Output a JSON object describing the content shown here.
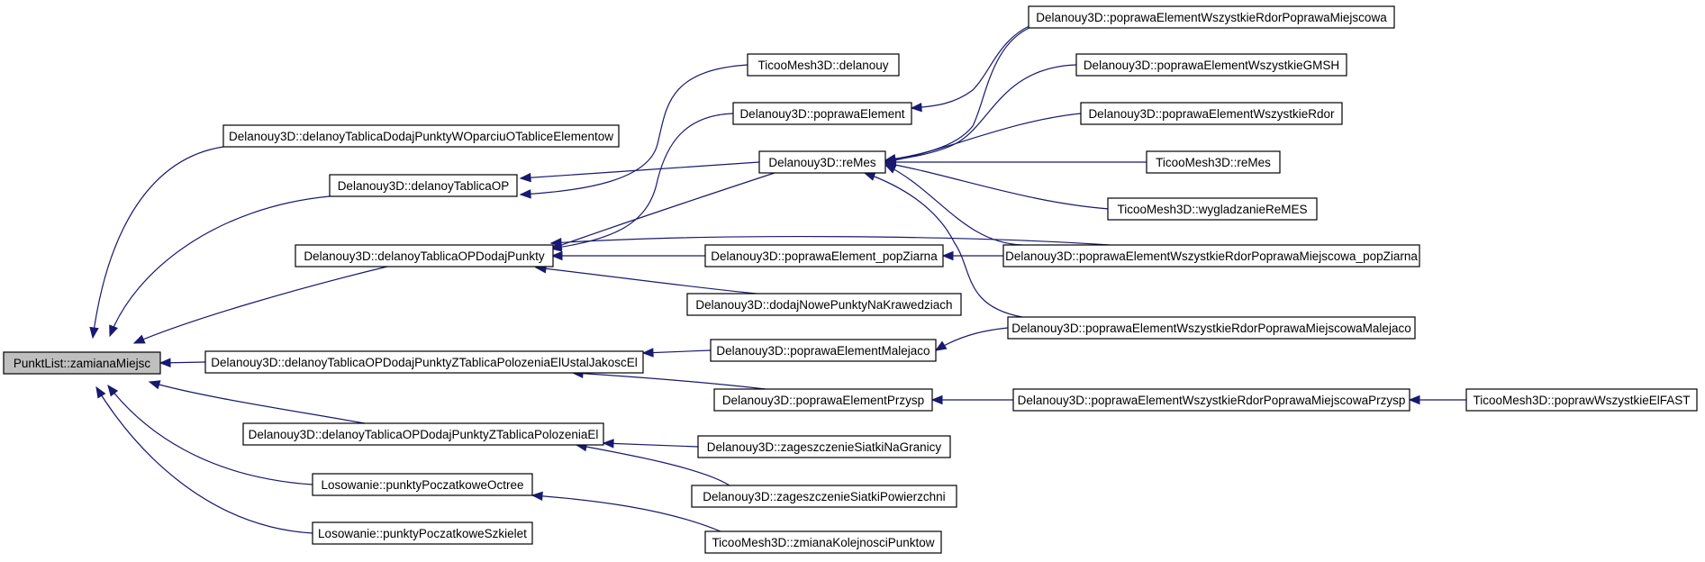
{
  "colors": {
    "edge": "#191970",
    "root_fill": "#bfbfbf",
    "node_fill": "#ffffff",
    "node_border": "#000000"
  },
  "nodes": [
    {
      "id": "n0",
      "label": "PunktList::zamianaMiejsc",
      "root": true
    },
    {
      "id": "n1",
      "label": "Delanouy3D::delanoyTablicaDodajPunktyWOparciuOTabliceElementow"
    },
    {
      "id": "n2",
      "label": "Delanouy3D::delanoyTablicaOP"
    },
    {
      "id": "n3",
      "label": "Delanouy3D::delanoyTablicaOPDodajPunkty"
    },
    {
      "id": "n4",
      "label": "Delanouy3D::delanoyTablicaOPDodajPunktyZTablicaPolozeniaElUstalJakoscEl"
    },
    {
      "id": "n5",
      "label": "Delanouy3D::delanoyTablicaOPDodajPunktyZTablicaPolozeniaEl"
    },
    {
      "id": "n6",
      "label": "Losowanie::punktyPoczatkoweOctree"
    },
    {
      "id": "n7",
      "label": "Losowanie::punktyPoczatkoweSzkielet"
    },
    {
      "id": "n8",
      "label": "TicooMesh3D::delanouy"
    },
    {
      "id": "n9",
      "label": "Delanouy3D::poprawaElement"
    },
    {
      "id": "n10",
      "label": "Delanouy3D::reMes"
    },
    {
      "id": "n11",
      "label": "Delanouy3D::poprawaElement_popZiarna"
    },
    {
      "id": "n12",
      "label": "Delanouy3D::dodajNowePunktyNaKrawedziach"
    },
    {
      "id": "n13",
      "label": "Delanouy3D::poprawaElementMalejaco"
    },
    {
      "id": "n14",
      "label": "Delanouy3D::poprawaElementPrzysp"
    },
    {
      "id": "n15",
      "label": "Delanouy3D::zageszczenieSiatkiNaGranicy"
    },
    {
      "id": "n16",
      "label": "Delanouy3D::zageszczenieSiatkiPowierzchni"
    },
    {
      "id": "n17",
      "label": "TicooMesh3D::zmianaKolejnosciPunktow"
    },
    {
      "id": "n18",
      "label": "Delanouy3D::poprawaElementWszystkieRdorPoprawaMiejscowa"
    },
    {
      "id": "n19",
      "label": "Delanouy3D::poprawaElementWszystkieGMSH"
    },
    {
      "id": "n20",
      "label": "Delanouy3D::poprawaElementWszystkieRdor"
    },
    {
      "id": "n21",
      "label": "TicooMesh3D::reMes"
    },
    {
      "id": "n22",
      "label": "TicooMesh3D::wygladzanieReMES"
    },
    {
      "id": "n23",
      "label": "Delanouy3D::poprawaElementWszystkieRdorPoprawaMiejscowa_popZiarna"
    },
    {
      "id": "n24",
      "label": "Delanouy3D::poprawaElementWszystkieRdorPoprawaMiejscowaMalejaco"
    },
    {
      "id": "n25",
      "label": "Delanouy3D::poprawaElementWszystkieRdorPoprawaMiejscowaPrzysp"
    },
    {
      "id": "n26",
      "label": "TicooMesh3D::poprawWszystkieElFAST"
    }
  ],
  "edges": [
    {
      "from": "n1",
      "to": "n0"
    },
    {
      "from": "n2",
      "to": "n0"
    },
    {
      "from": "n3",
      "to": "n0"
    },
    {
      "from": "n4",
      "to": "n0"
    },
    {
      "from": "n5",
      "to": "n0"
    },
    {
      "from": "n6",
      "to": "n0"
    },
    {
      "from": "n7",
      "to": "n0"
    },
    {
      "from": "n8",
      "to": "n2"
    },
    {
      "from": "n10",
      "to": "n2"
    },
    {
      "from": "n9",
      "to": "n3"
    },
    {
      "from": "n10",
      "to": "n3"
    },
    {
      "from": "n11",
      "to": "n3"
    },
    {
      "from": "n12",
      "to": "n3"
    },
    {
      "from": "n23",
      "to": "n3"
    },
    {
      "from": "n18",
      "to": "n9"
    },
    {
      "from": "n18",
      "to": "n10"
    },
    {
      "from": "n19",
      "to": "n10"
    },
    {
      "from": "n20",
      "to": "n10"
    },
    {
      "from": "n21",
      "to": "n10"
    },
    {
      "from": "n22",
      "to": "n10"
    },
    {
      "from": "n23",
      "to": "n10"
    },
    {
      "from": "n24",
      "to": "n10"
    },
    {
      "from": "n23",
      "to": "n11"
    },
    {
      "from": "n13",
      "to": "n4"
    },
    {
      "from": "n14",
      "to": "n4"
    },
    {
      "from": "n24",
      "to": "n13"
    },
    {
      "from": "n25",
      "to": "n14"
    },
    {
      "from": "n26",
      "to": "n25"
    },
    {
      "from": "n15",
      "to": "n5"
    },
    {
      "from": "n16",
      "to": "n5"
    },
    {
      "from": "n17",
      "to": "n6"
    }
  ]
}
